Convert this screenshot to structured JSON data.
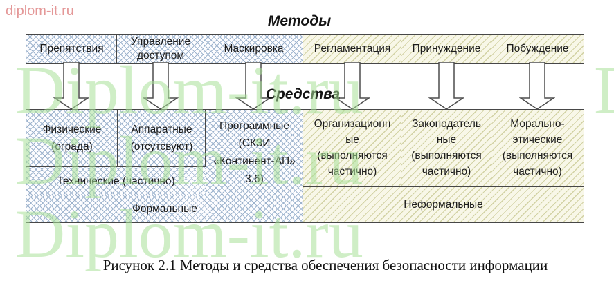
{
  "watermark": {
    "corner": "diplom-it.ru",
    "large": "Diplom-it.ru",
    "corner_color": "#e49898",
    "large_color": "#d3f0cb"
  },
  "diagram": {
    "methods_title": "Методы",
    "means_title": "Средства",
    "methods": [
      {
        "label": "Препятствия"
      },
      {
        "label": "Управление\nдоступом"
      },
      {
        "label": "Маскировка"
      },
      {
        "label": "Регламентация"
      },
      {
        "label": "Принуждение"
      },
      {
        "label": "Побуждение"
      }
    ],
    "means": {
      "physical": "Физические\n(ограда)",
      "hardware": "Аппаратные\n(отсутсвуют)",
      "software": "Программные\n(СКЗИ\n«Континент-АП»\n3.6)",
      "technical": "Технические (частично)",
      "formal": "Формальные",
      "organizational": "Организационн\nые\n(выполняются\nчастично)",
      "legislative": "Законодатель\nные\n(выполняются\nчастично)",
      "moral": "Морально-\nэтические\n(выполняются\nчастично)",
      "informal": "Неформальные"
    },
    "colors": {
      "crosshatch_line": "#9db3cd",
      "diagonal_line": "#d2d2a4",
      "diagonal_bg": "#f8f7e8",
      "border": "#474747"
    }
  },
  "caption": {
    "text": "Рисунок 2.1 Методы и средства обеспечения безопасности информации"
  }
}
